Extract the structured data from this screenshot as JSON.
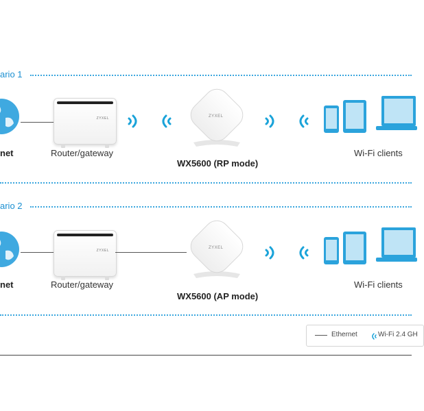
{
  "scenarios": [
    {
      "title": "ario 1",
      "internet_label": "net",
      "router_label": "Router/gateway",
      "router_logo": "ZYXEL",
      "ap_logo": "ZYXEL",
      "ap_label": "WX5600 (RP mode)",
      "clients_label": "Wi-Fi clients"
    },
    {
      "title": "ario 2",
      "internet_label": "net",
      "router_label": "Router/gateway",
      "router_logo": "ZYXEL",
      "ap_logo": "ZYXEL",
      "ap_label": "WX5600 (AP mode)",
      "clients_label": "Wi-Fi clients"
    }
  ],
  "legend": {
    "ethernet_label": "Ethernet",
    "wifi_label": "Wi-Fi 2.4 GH"
  },
  "colors": {
    "accent": "#1a8fd1",
    "wifi": "#1aa3d9",
    "device_blue": "#2ba3dc",
    "globe": "#3fa9e0",
    "ethernet": "#555555"
  }
}
